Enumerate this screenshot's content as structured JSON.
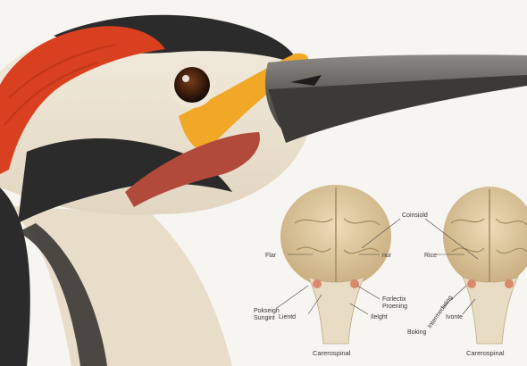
{
  "illustration": {
    "subject": "woodpecker-head-with-skull-anatomy",
    "colors": {
      "background": "#f7f5f1",
      "crown_red": "#d8401f",
      "black_bands": "#2b2b2b",
      "face_cream": "#efe6d6",
      "yellow_streak": "#f0a826",
      "beak_gray": "#6e6c67",
      "brain_tan": "#e3cfa6",
      "bone": "#e9dcc4",
      "mouth_red": "#b24a3c"
    },
    "diagram_left": {
      "labels": {
        "top": "Coinsiold",
        "left": "Flar",
        "right": "nur",
        "lower_left_1": "Pokseigh",
        "lower_left_2": "Sungint",
        "lower_mid": "Lientd",
        "lower_right_1": "Forlectix",
        "lower_right_2": "Proening",
        "lower_right_3": "Ilelght",
        "caption": "Carerospinal"
      }
    },
    "diagram_right": {
      "labels": {
        "left": "Rice",
        "lower_left": "Intermedating",
        "lower_mid": "Ivonte",
        "outer": "Boking",
        "caption": "Carerospinal"
      }
    }
  }
}
